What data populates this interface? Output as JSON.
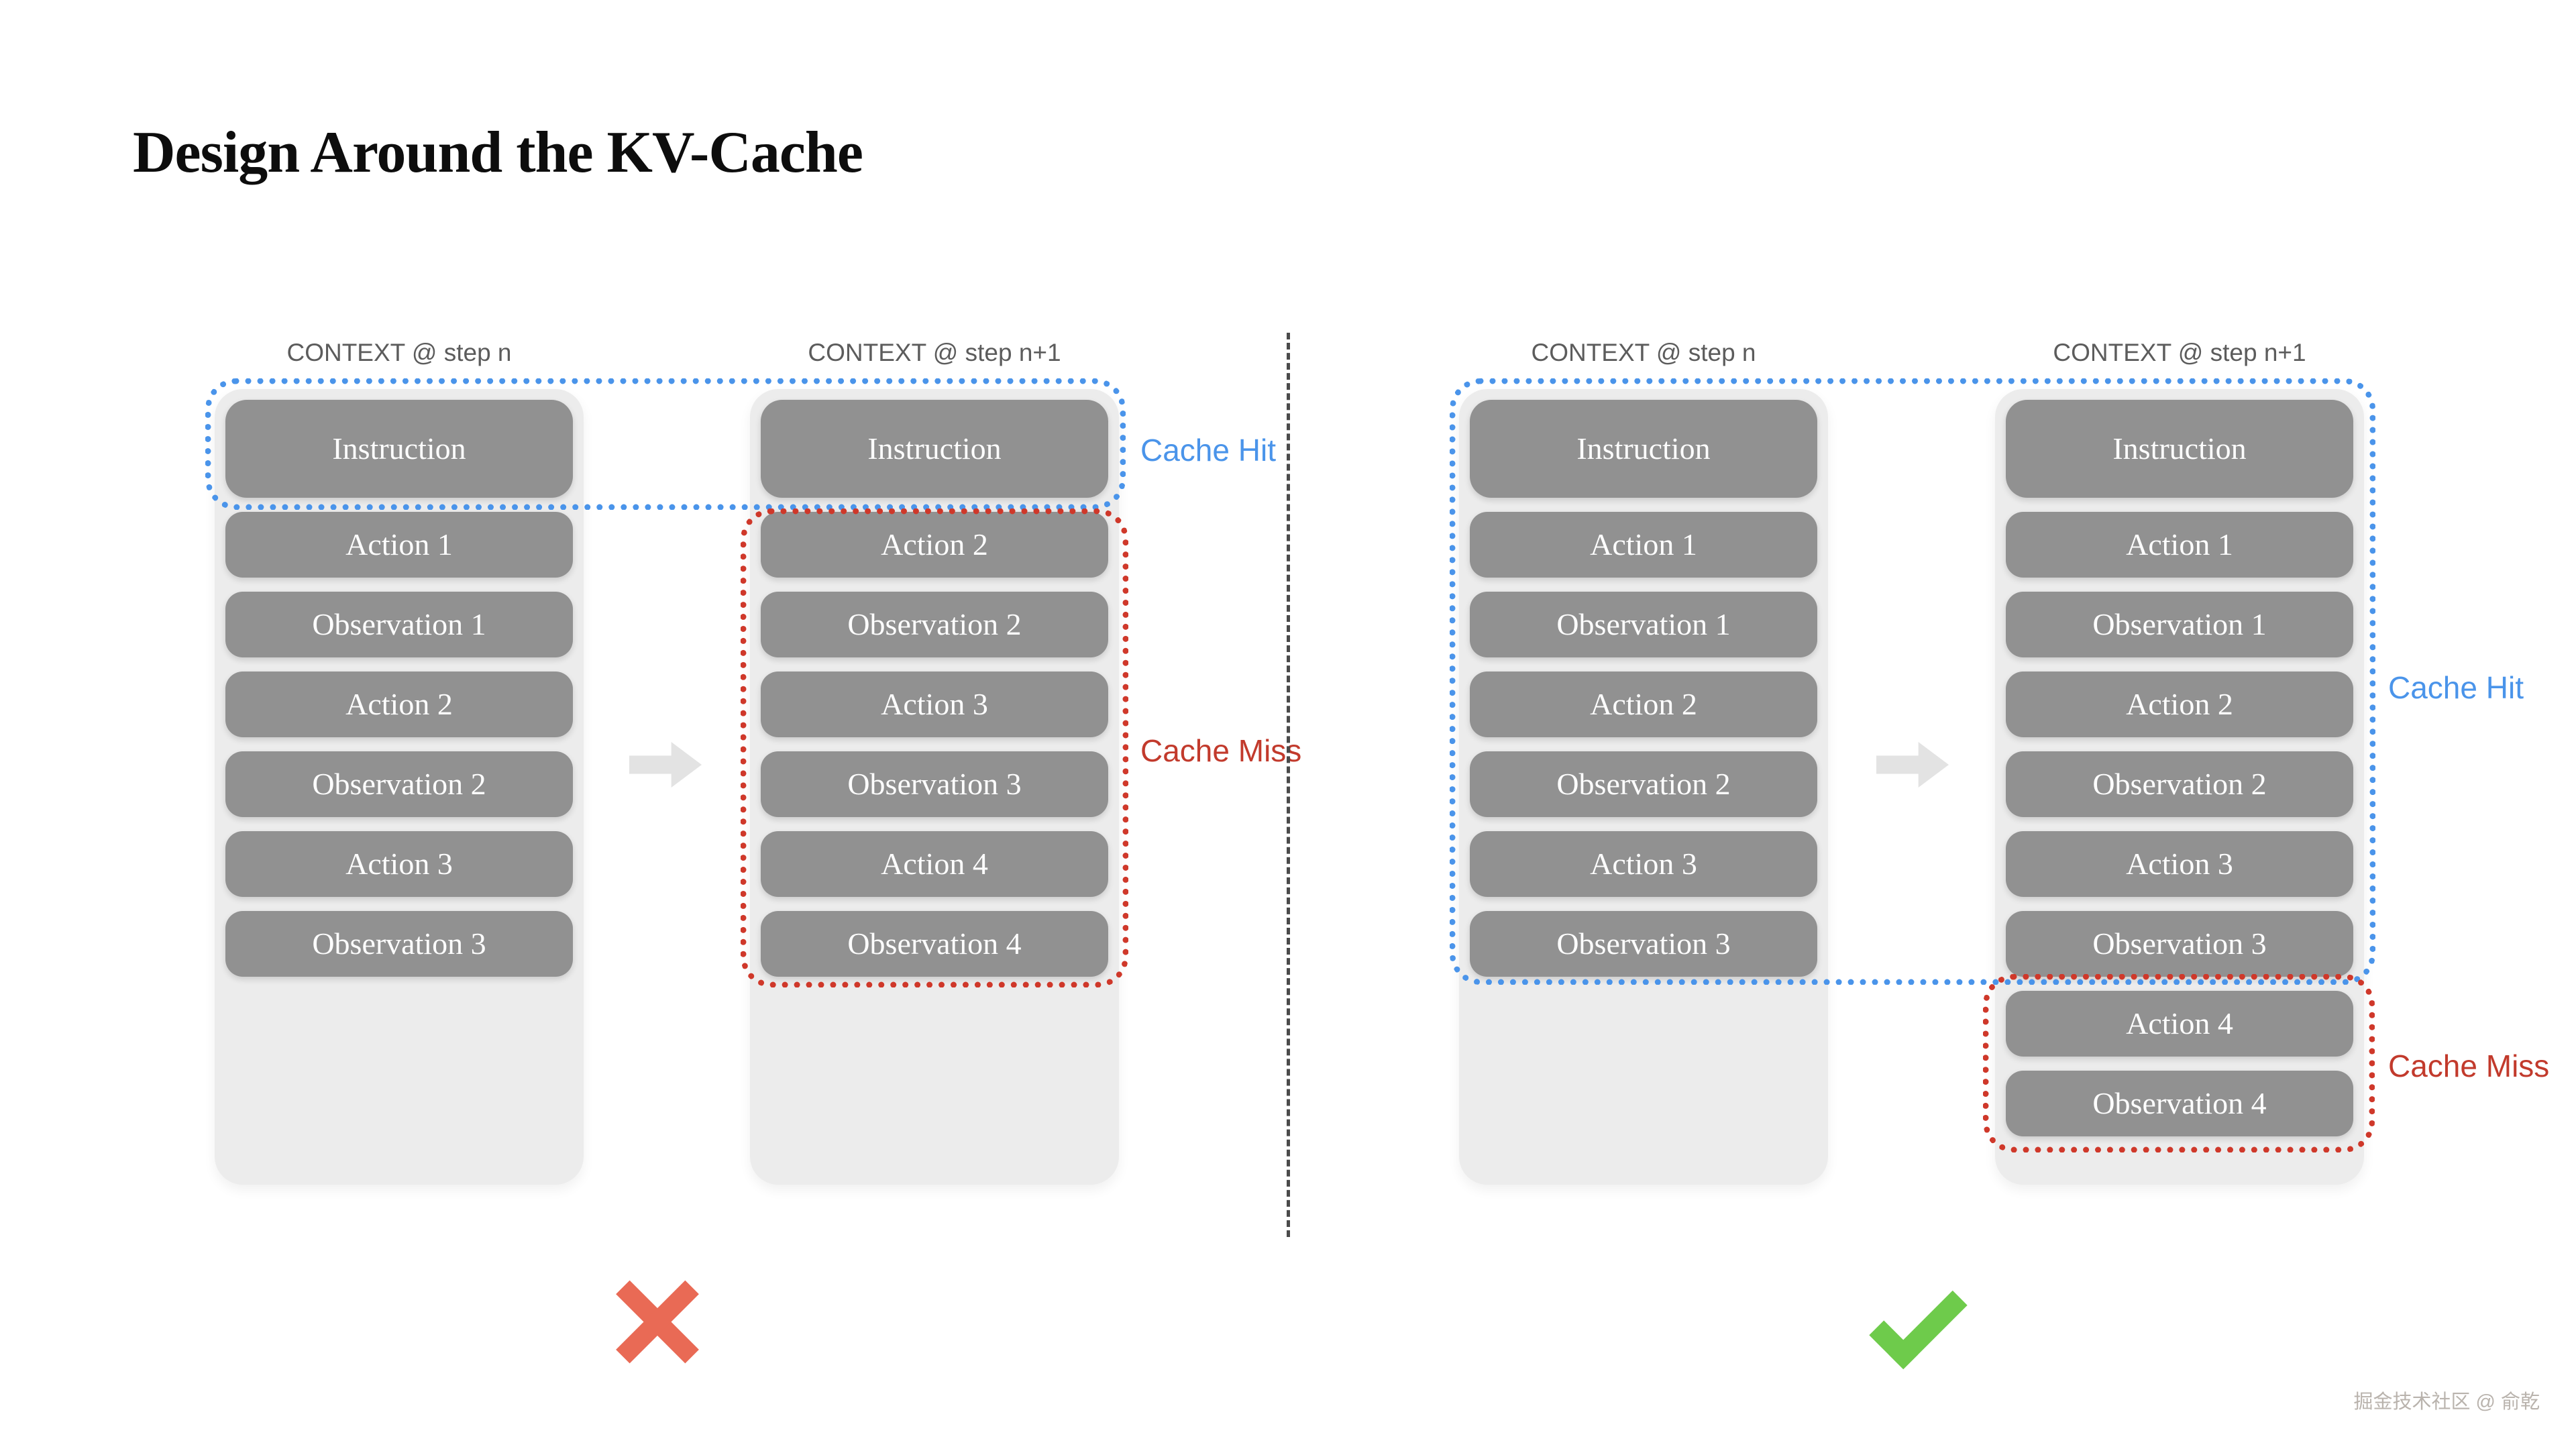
{
  "title": "Design Around the KV-Cache",
  "panels": {
    "left": {
      "verdict": "cross",
      "cache_hit": "Cache Hit",
      "cache_miss": "Cache Miss",
      "columns": [
        {
          "header": "CONTEXT @ step n",
          "boxes": [
            "Instruction",
            "Action 1",
            "Observation 1",
            "Action 2",
            "Observation 2",
            "Action 3",
            "Observation 3"
          ]
        },
        {
          "header": "CONTEXT @ step n+1",
          "boxes": [
            "Instruction",
            "Action 2",
            "Observation 2",
            "Action 3",
            "Observation 3",
            "Action 4",
            "Observation 4"
          ]
        }
      ]
    },
    "right": {
      "verdict": "check",
      "cache_hit": "Cache Hit",
      "cache_miss": "Cache Miss",
      "columns": [
        {
          "header": "CONTEXT @ step n",
          "boxes": [
            "Instruction",
            "Action 1",
            "Observation 1",
            "Action 2",
            "Observation 2",
            "Action 3",
            "Observation 3"
          ]
        },
        {
          "header": "CONTEXT @ step n+1",
          "boxes": [
            "Instruction",
            "Action 1",
            "Observation 1",
            "Action 2",
            "Observation 2",
            "Action 3",
            "Observation 3",
            "Action 4",
            "Observation 4"
          ]
        }
      ]
    }
  },
  "watermark": "掘金技术社区 @ 俞乾",
  "colors": {
    "cache_hit_blue": "#4a94ea",
    "cache_miss_red": "#cf382a",
    "box_gray": "#919191",
    "column_gray": "#ececec",
    "cross_red": "#e96a55",
    "check_green": "#6ecb4b",
    "divider_gray": "#4a4a4a"
  }
}
